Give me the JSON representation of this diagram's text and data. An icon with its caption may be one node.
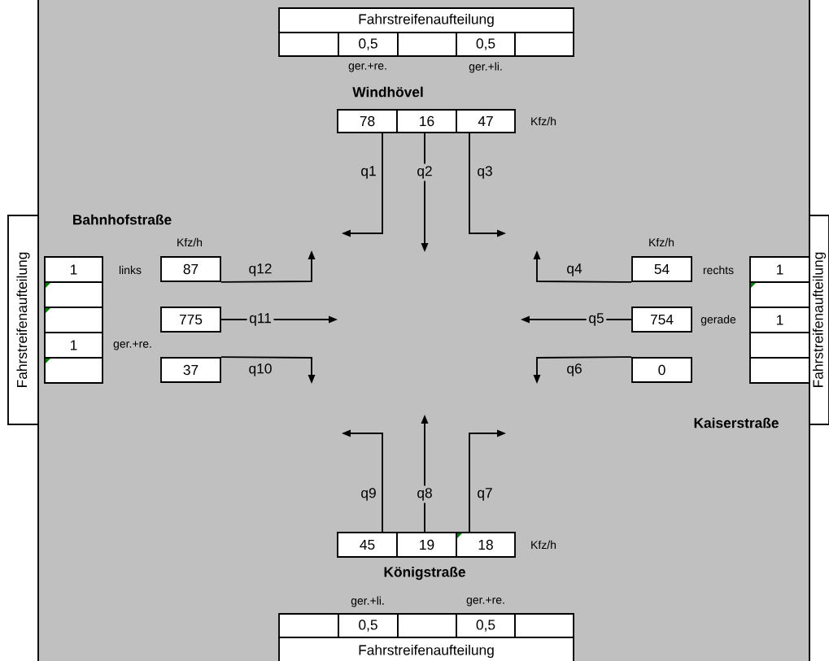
{
  "diagram": {
    "nodes": [
      {
        "text": [
          "Fahrstreifenaufteilung"
        ]
      },
      {
        "text": [],
        "shape": "box"
      },
      {
        "text": [
          "0,5"
        ],
        "beside": [
          "ger.+re."
        ]
      },
      {
        "text": [],
        "shape": "box"
      },
      {
        "text": [
          "0,5"
        ],
        "beside": [
          "ger.+li."
        ]
      },
      {
        "text": [],
        "shape": "box"
      },
      {
        "text": [
          "78"
        ]
      },
      {
        "text": [
          "16"
        ]
      },
      {
        "text": [
          "47"
        ],
        "beside": [
          "Kfz/h"
        ]
      },
      {
        "text": [
          "Fahrstreifenaufteilung"
        ]
      },
      {
        "text": [
          "1"
        ],
        "beside": [
          "links"
        ]
      },
      {
        "text": [],
        "shape": "box"
      },
      {
        "text": [],
        "shape": "box"
      },
      {
        "text": [
          "1"
        ],
        "beside": [
          "ger.+re."
        ]
      },
      {
        "text": [],
        "shape": "box"
      },
      {
        "text": [
          "87"
        ],
        "beside": [
          "Kfz/h"
        ]
      },
      {
        "text": [
          "775"
        ]
      },
      {
        "text": [
          "37"
        ]
      },
      {
        "text": [
          "54"
        ],
        "beside": [
          "Kfz/h"
        ]
      },
      {
        "text": [
          "754"
        ]
      },
      {
        "text": [
          "0"
        ]
      },
      {
        "text": [
          "1"
        ],
        "beside": [
          "rechts"
        ]
      },
      {
        "text": [],
        "shape": "box"
      },
      {
        "text": [
          "1"
        ],
        "beside": [
          "gerade"
        ]
      },
      {
        "text": [],
        "shape": "box"
      },
      {
        "text": [],
        "shape": "box"
      },
      {
        "text": [
          "Fahrstreifenaufteilung"
        ]
      },
      {
        "text": [
          "45"
        ]
      },
      {
        "text": [
          "19"
        ]
      },
      {
        "text": [
          "18"
        ],
        "beside": [
          "Kfz/h"
        ]
      },
      {
        "text": [],
        "shape": "box"
      },
      {
        "text": [
          "0,5"
        ],
        "beside": [
          "ger.+li."
        ]
      },
      {
        "text": [],
        "shape": "box"
      },
      {
        "text": [
          "0,5"
        ],
        "beside": [
          "ger.+re."
        ]
      },
      {
        "text": [],
        "shape": "box"
      },
      {
        "text": [
          "Fahrstreifenaufteilung"
        ]
      }
    ],
    "edges": [
      {
        "from": 6,
        "to": null,
        "arrow": "to",
        "label": "q1"
      },
      {
        "from": 7,
        "to": null,
        "arrow": "to",
        "label": "q2"
      },
      {
        "from": 8,
        "to": null,
        "arrow": "to",
        "label": "q3"
      },
      {
        "from": 18,
        "to": null,
        "arrow": "to",
        "label": "q4"
      },
      {
        "from": 19,
        "to": null,
        "arrow": "to",
        "label": "q5"
      },
      {
        "from": 20,
        "to": null,
        "arrow": "to",
        "label": "q6"
      },
      {
        "from": 29,
        "to": null,
        "arrow": "to",
        "label": "q7"
      },
      {
        "from": 28,
        "to": null,
        "arrow": "to",
        "label": "q8"
      },
      {
        "from": 27,
        "to": null,
        "arrow": "to",
        "label": "q9"
      },
      {
        "from": 17,
        "to": null,
        "arrow": "to",
        "label": "q10"
      },
      {
        "from": 16,
        "to": null,
        "arrow": "to",
        "label": "q11"
      },
      {
        "from": 15,
        "to": null,
        "arrow": "to",
        "label": "q12"
      }
    ],
    "labels": [
      "Windhövel",
      "Bahnhofstraße",
      "Kaiserstraße",
      "Königstraße"
    ]
  }
}
